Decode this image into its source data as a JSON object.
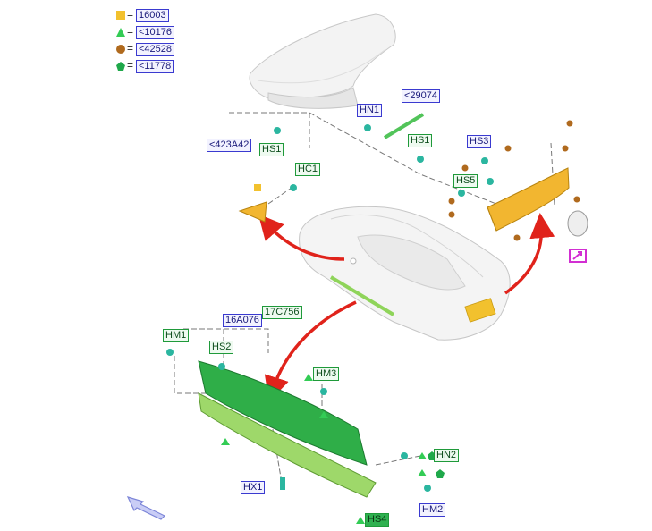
{
  "legend": [
    {
      "symbol": "square",
      "color": "#f2c12e",
      "code": "16003"
    },
    {
      "symbol": "triangle",
      "color": "#33cc55",
      "code": "<10176"
    },
    {
      "symbol": "circle",
      "color": "#b06a1e",
      "code": "<42528"
    },
    {
      "symbol": "pentagon",
      "color": "#1fa84a",
      "code": "<11778"
    }
  ],
  "callouts": {
    "c29074": "<29074",
    "hn1": "HN1",
    "c423a42": "<423A42",
    "hs1a": "HS1",
    "hs1b": "HS1",
    "hs3": "HS3",
    "hs5": "HS5",
    "hc1": "HC1",
    "c17c756": "17C756",
    "c16a076": "16A076",
    "hm1": "HM1",
    "hs2": "HS2",
    "hm3": "HM3",
    "hn2": "HN2",
    "hx1": "HX1",
    "hm2": "HM2",
    "hs4": "HS4"
  },
  "colors": {
    "highlight_yellow": "#f2b630",
    "highlight_green": "#8fd45a",
    "arrow_red": "#e0231b",
    "nav_arrow": "#9aa4e8",
    "annotation_magenta": "#d22fd2"
  },
  "icons": {
    "annotation": "pencil-arrow-icon",
    "navigation": "direction-arrow-icon"
  }
}
